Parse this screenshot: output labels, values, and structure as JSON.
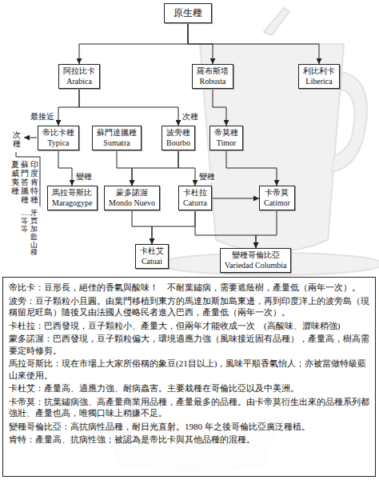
{
  "diagram": {
    "nodes": [
      {
        "text": [
          "原生種"
        ]
      },
      {
        "text": [
          "阿拉比卡",
          "Arabica"
        ]
      },
      {
        "text": [
          "羅布斯塔",
          "Robusta"
        ]
      },
      {
        "text": [
          "利比利卡",
          "Liberica"
        ]
      },
      {
        "text": [
          "帝比卡種",
          "Typica"
        ]
      },
      {
        "text": [
          "蘇門達臘種",
          "Sumatra"
        ]
      },
      {
        "text": [
          "波旁種",
          "Bourbo"
        ]
      },
      {
        "text": [
          "帝莫種",
          "Timor"
        ]
      },
      {
        "text": [
          "馬拉哥斯比",
          "Maragogype"
        ]
      },
      {
        "text": [
          "蒙多諾渥",
          "Mondo Nuevo"
        ]
      },
      {
        "text": [
          "卡杜拉",
          "Caturra"
        ]
      },
      {
        "text": [
          "卡帝莫",
          "Catimor"
        ]
      },
      {
        "text": [
          "卡杜艾",
          "Catuai"
        ]
      },
      {
        "text": [
          "變種哥倫比亞",
          "Variedad Columbia"
        ]
      },
      {
        "text": [
          "帝比卡：豆形長，絕佳的香氣與酸味！　不耐葉鏽病，需要遮蔭樹，產量低（兩年一次）。",
          "波旁：豆子顆粒小且圓。由葉門移植到東方的馬達加斯加島東邊，再到印度洋上的波旁島（現稱留尼旺島）隨後又由法國人侵略民者進入巴西，產量低（兩年一次）。",
          "卡杜拉：巴西發現，豆子顆粒小、產量大，但兩年才能收成一次　(高酸味、澀味稍強)",
          "蒙多諾渥：巴西發現，豆子顆粒偏大，環境適應力強（風味接近固有品種），產量高，樹高需要定時修剪。",
          "馬拉哥斯比：現在市場上大家所俗稱的象豆(21目以上)，風味平順香氣怡人；亦被當做特級藍山來使用。",
          "卡杜艾：產量高、適應力強、耐病蟲害。主要栽種在哥倫比亞以及中美洲。",
          "卡帝莫：抗葉鏽病強、高產量商業用品種，產量最多的品種。由卡帝莫衍生出來的品種系列都強壯、產量也高，唯獨口味上稍嫌不足。",
          "變種哥倫比亞：高抗病性品種，耐日光直射。1980 年之後哥倫比亞廣泛種植。",
          "肯特：產量高、抗病性強；被認為是帝比卡與其他品種的混種。"
        ]
      }
    ],
    "edges": [
      {
        "from": 0,
        "to": 1,
        "arrow": "to"
      },
      {
        "from": 0,
        "to": 2,
        "arrow": "to"
      },
      {
        "from": 0,
        "to": 3,
        "arrow": "to"
      },
      {
        "from": 1,
        "to": 4,
        "label": "最接近",
        "arrow": "to"
      },
      {
        "from": 1,
        "to": 6,
        "label": "次種",
        "arrow": "to"
      },
      {
        "from": 2,
        "to": 7,
        "arrow": "to"
      },
      {
        "from": 4,
        "to": 8,
        "label": "變種",
        "arrow": "to"
      },
      {
        "from": 5,
        "to": 9,
        "arrow": "to"
      },
      {
        "from": 6,
        "to": 9,
        "arrow": "to"
      },
      {
        "from": 6,
        "to": 10,
        "label": "變種",
        "arrow": "to"
      },
      {
        "from": 7,
        "to": 11,
        "arrow": "to"
      },
      {
        "from": 10,
        "to": 11,
        "arrow": "to"
      },
      {
        "from": 9,
        "to": 12,
        "arrow": "to"
      },
      {
        "from": 10,
        "to": 12,
        "arrow": "to"
      },
      {
        "from": 10,
        "to": 13,
        "arrow": "to"
      },
      {
        "from": 11,
        "to": 13,
        "arrow": "to"
      }
    ],
    "labels": [
      "次種",
      "印度肯特種",
      "蘇門答臘種",
      "夏威夷種",
      "牙買加藍山種",
      "......等等"
    ]
  }
}
